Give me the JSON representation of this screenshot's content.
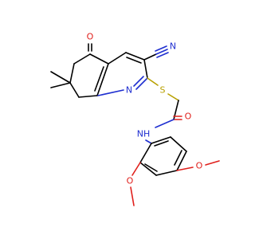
{
  "molecule": {
    "atoms": {
      "o_ketone": {
        "symbol": "O",
        "color": "#e0201c"
      },
      "n_cyano": {
        "symbol": "N",
        "color": "#1f2fd0"
      },
      "n_ring": {
        "symbol": "N",
        "color": "#1f2fd0"
      },
      "s_thio": {
        "symbol": "S",
        "color": "#b8a000"
      },
      "o_amide": {
        "symbol": "O",
        "color": "#e0201c"
      },
      "nh_amide": {
        "symbol": "NH",
        "color": "#1f2fd0"
      },
      "o_methoxy_2": {
        "symbol": "O",
        "color": "#e0201c"
      },
      "o_methoxy_4": {
        "symbol": "O",
        "color": "#e0201c"
      }
    }
  }
}
